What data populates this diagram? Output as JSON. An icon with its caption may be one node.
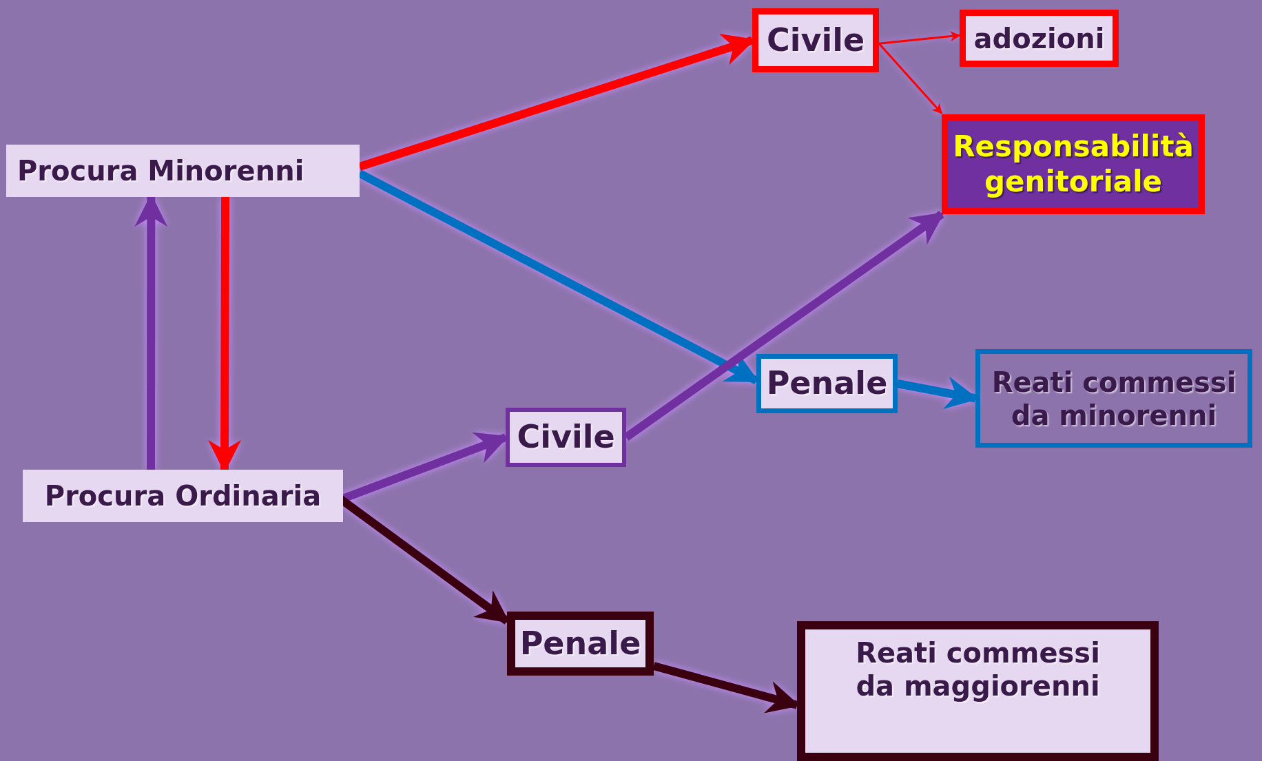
{
  "diagram": {
    "nodes": [
      {
        "text": [
          "Procura Minorenni"
        ]
      },
      {
        "text": [
          "Civile"
        ]
      },
      {
        "text": [
          "adozioni"
        ]
      },
      {
        "text": [
          "Responsabilità genitoriale"
        ]
      },
      {
        "text": [
          "Penale"
        ]
      },
      {
        "text": [
          "Reati commessi da minorenni"
        ]
      },
      {
        "text": [
          "Procura Ordinaria"
        ]
      },
      {
        "text": [
          "Civile"
        ]
      },
      {
        "text": [
          "Penale"
        ]
      },
      {
        "text": [
          "Reati commessi da maggiorenni"
        ]
      }
    ],
    "edges": [
      {
        "from": 0,
        "to": 1,
        "arrow": "to",
        "color": "#ff0000"
      },
      {
        "from": 1,
        "to": 2,
        "arrow": "to",
        "color": "#ff0000"
      },
      {
        "from": 1,
        "to": 3,
        "arrow": "to",
        "color": "#ff0000"
      },
      {
        "from": 0,
        "to": 4,
        "arrow": "to",
        "color": "#0070c0"
      },
      {
        "from": 4,
        "to": 5,
        "arrow": "to",
        "color": "#0070c0"
      },
      {
        "from": 0,
        "to": 6,
        "arrow": "to",
        "color": "#ff0000"
      },
      {
        "from": 6,
        "to": 0,
        "arrow": "to",
        "color": "#7030a0"
      },
      {
        "from": 6,
        "to": 7,
        "arrow": "to",
        "color": "#7030a0"
      },
      {
        "from": 7,
        "to": 3,
        "arrow": "to",
        "color": "#7030a0"
      },
      {
        "from": 6,
        "to": 8,
        "arrow": "to",
        "color": "#3a0010"
      },
      {
        "from": 8,
        "to": 9,
        "arrow": "to",
        "color": "#3a0010"
      }
    ]
  }
}
